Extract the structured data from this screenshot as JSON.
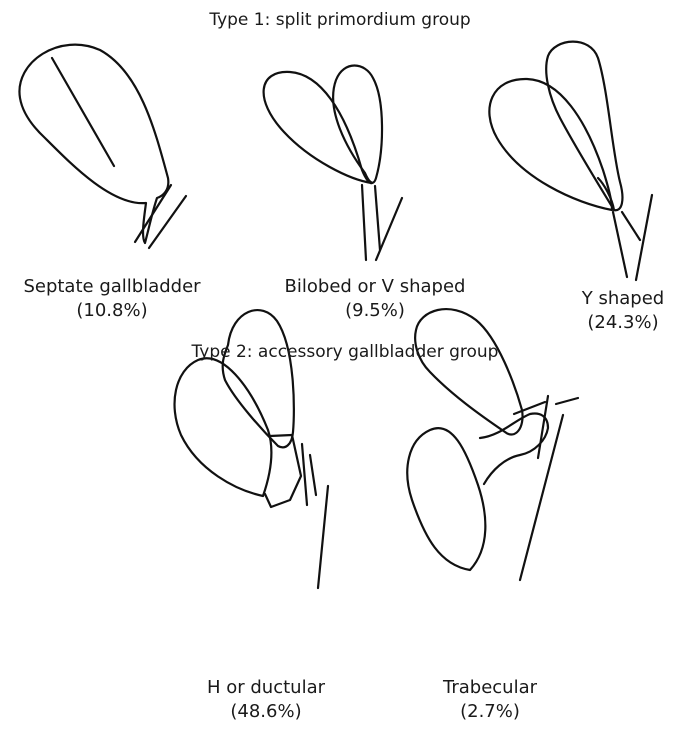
{
  "type1": {
    "heading": "Type 1: split primordium group",
    "items": [
      {
        "name": "Septate gallbladder",
        "percent": "(10.8%)"
      },
      {
        "name": "Bilobed or V shaped",
        "percent": "(9.5%)"
      },
      {
        "name": "Y shaped",
        "percent": "(24.3%)"
      }
    ]
  },
  "type2": {
    "heading": "Type 2: accessory gallbladder group",
    "items": [
      {
        "name": "H or ductular",
        "percent": "(48.6%)"
      },
      {
        "name": "Trabecular",
        "percent": "(2.7%)"
      }
    ]
  }
}
